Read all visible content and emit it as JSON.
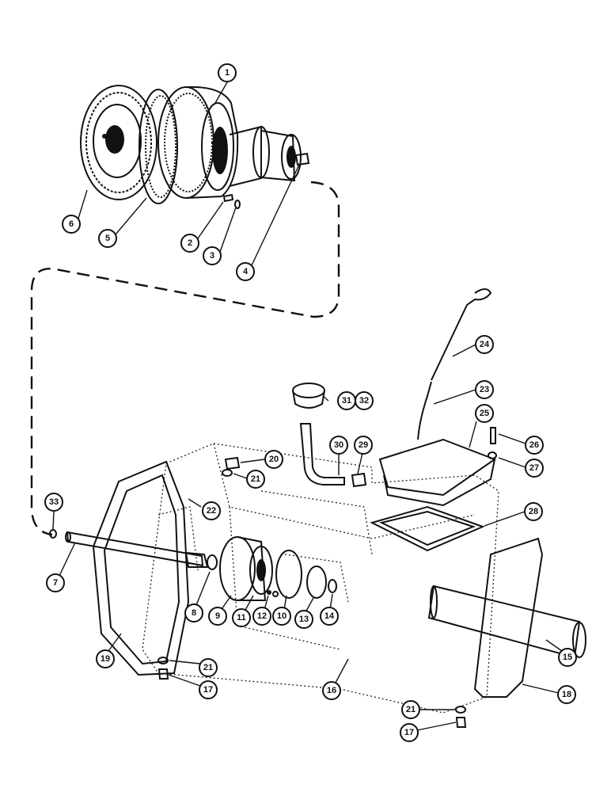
{
  "callouts": [
    {
      "label": "1"
    },
    {
      "label": "2"
    },
    {
      "label": "3"
    },
    {
      "label": "4"
    },
    {
      "label": "5"
    },
    {
      "label": "6"
    },
    {
      "label": "7"
    },
    {
      "label": "8"
    },
    {
      "label": "9"
    },
    {
      "label": "11"
    },
    {
      "label": "12"
    },
    {
      "label": "10"
    },
    {
      "label": "13"
    },
    {
      "label": "14"
    },
    {
      "label": "15"
    },
    {
      "label": "16"
    },
    {
      "label": "17"
    },
    {
      "label": "21"
    },
    {
      "label": "17"
    },
    {
      "label": "21"
    },
    {
      "label": "18"
    },
    {
      "label": "19"
    },
    {
      "label": "20"
    },
    {
      "label": "21"
    },
    {
      "label": "22"
    },
    {
      "label": "23"
    },
    {
      "label": "24"
    },
    {
      "label": "25"
    },
    {
      "label": "26"
    },
    {
      "label": "27"
    },
    {
      "label": "28"
    },
    {
      "label": "29"
    },
    {
      "label": "30"
    },
    {
      "label": "31"
    },
    {
      "label": "32"
    },
    {
      "label": "33"
    }
  ]
}
